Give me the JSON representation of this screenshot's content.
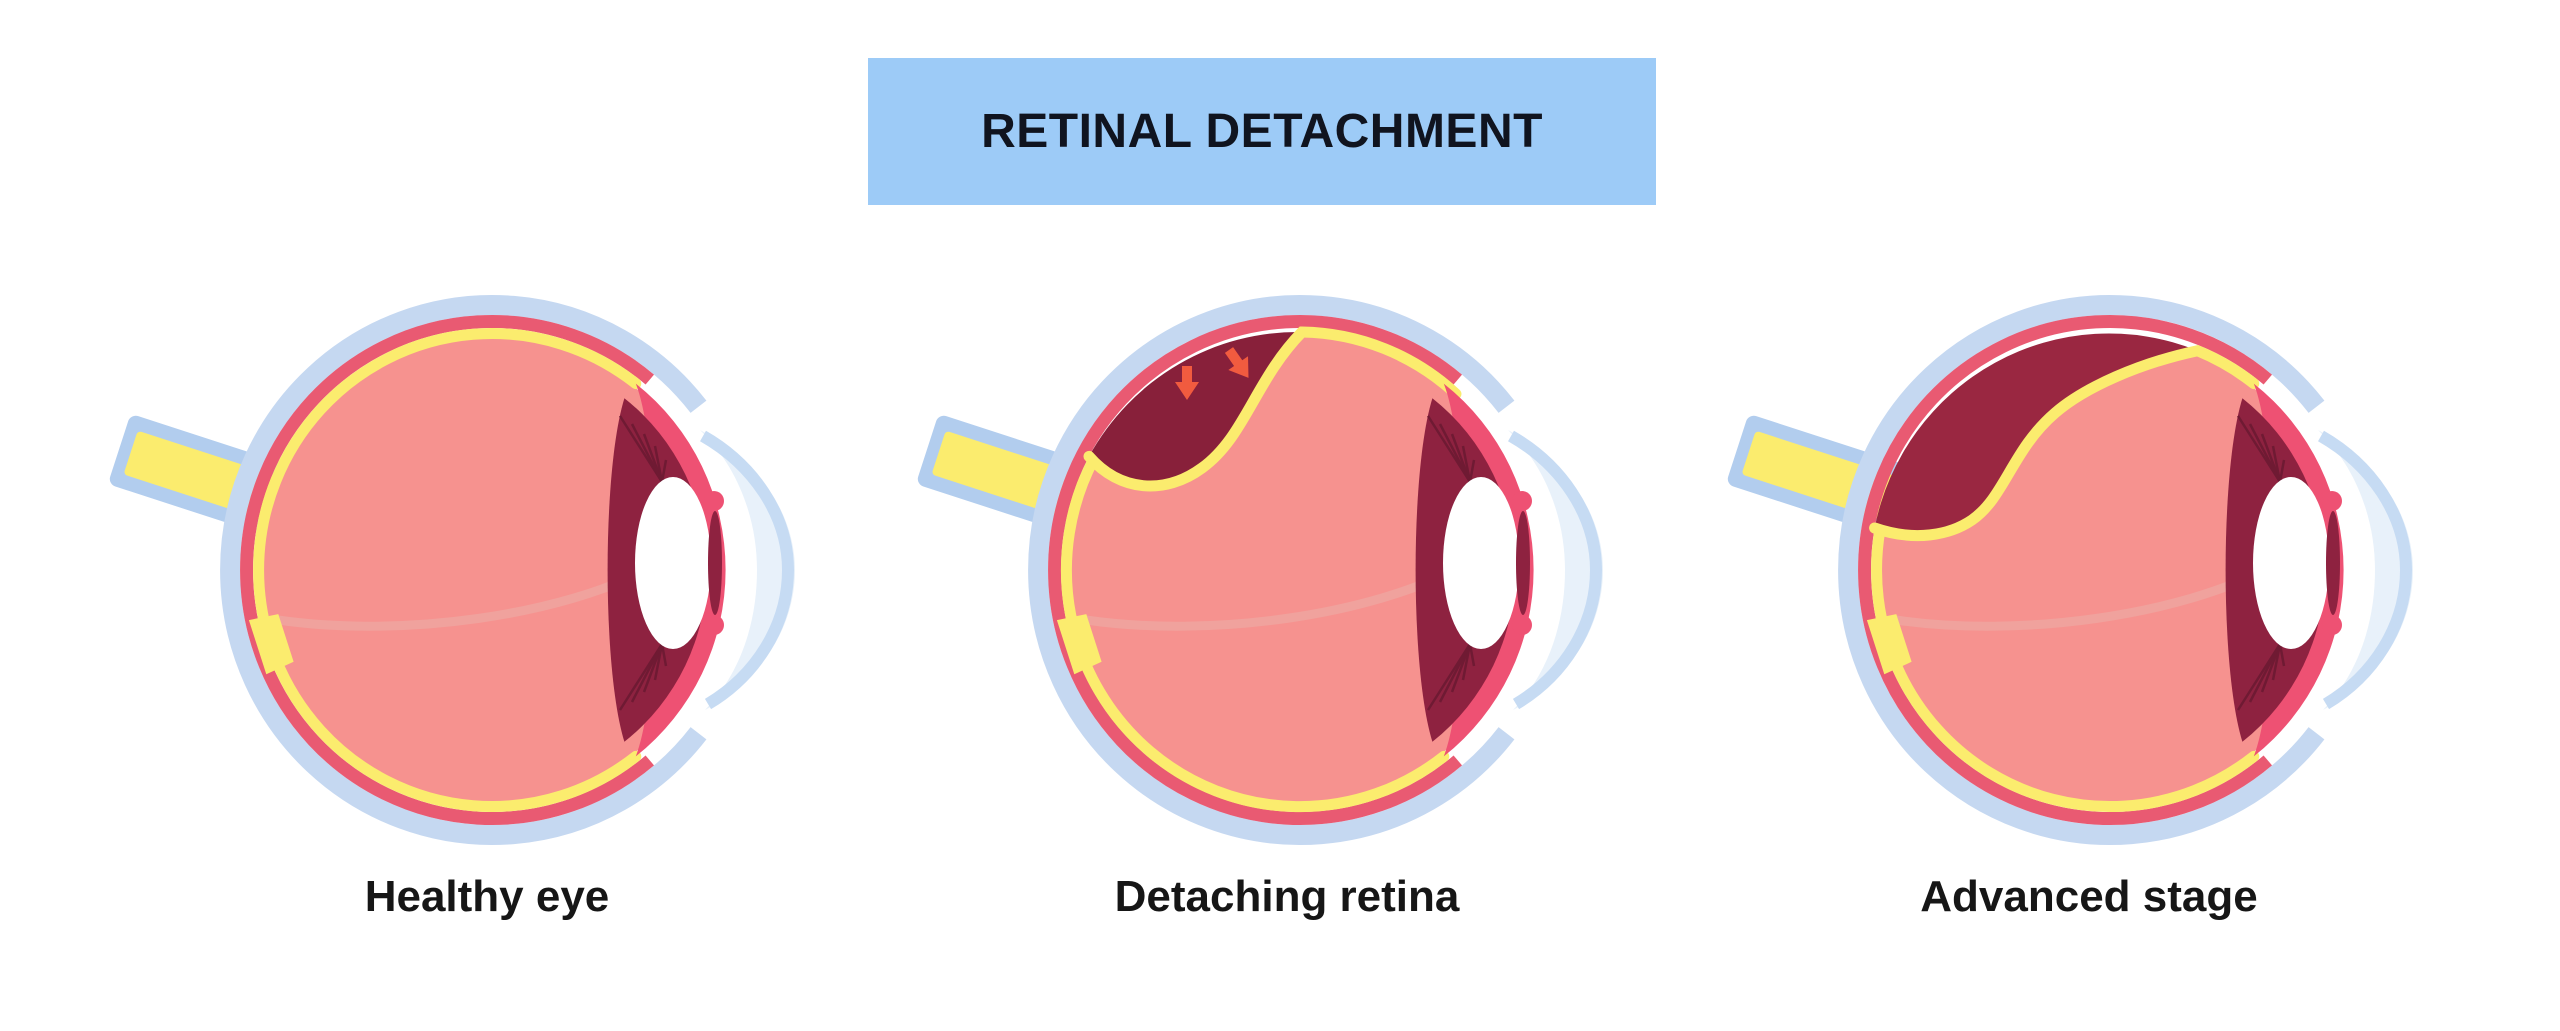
{
  "title": {
    "text": "RETINAL DETACHMENT"
  },
  "panels": [
    {
      "label": "Healthy eye",
      "variant": "healthy"
    },
    {
      "label": "Detaching retina",
      "variant": "detaching",
      "arrows": {
        "count": 2,
        "direction": "down",
        "color": "#f15b3f"
      }
    },
    {
      "label": "Advanced stage",
      "variant": "advanced"
    }
  ],
  "palette": {
    "background": "#ffffff",
    "title_bg": "#9dcbf7",
    "title_text": "#10141f",
    "label_text": "#161616",
    "sclera_blue": "#c5d8f1",
    "nerve_sheath": "#b2cdee",
    "choroid_red": "#e95a72",
    "ciliary_pink": "#ee5173",
    "retina_yellow": "#fbec6e",
    "vitreous_salmon": "#f6928f",
    "hyaloid_line": "#f0a29d",
    "iris_maroon": "#8e2240",
    "fan_line": "#6f1a33",
    "fluid_detaching": "#88203a",
    "fluid_advanced": "#9a2741",
    "arrow": "#f15b3f",
    "cornea_fill": "#e8f1fa",
    "cornea_band": "#c6dbf3",
    "lens_white": "#ffffff"
  }
}
